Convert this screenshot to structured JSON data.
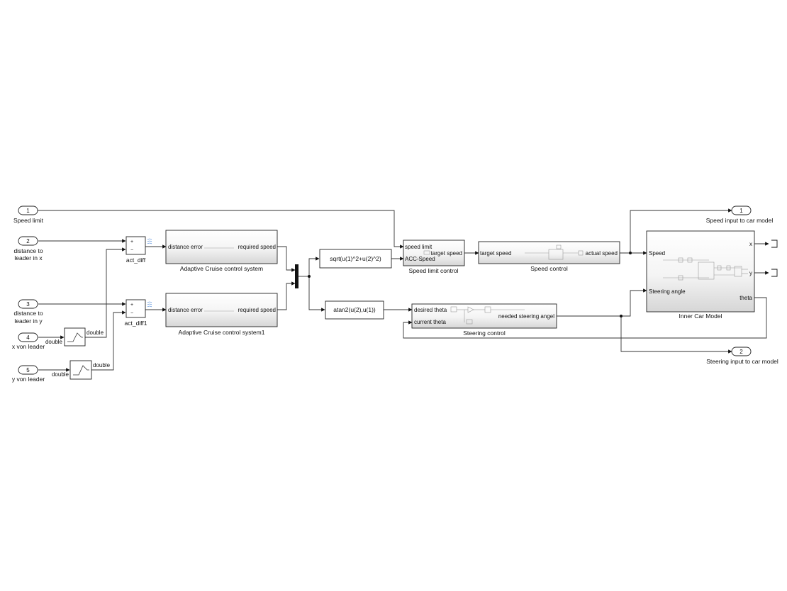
{
  "inports": [
    {
      "num": "1",
      "label_lines": [
        "Speed limit"
      ]
    },
    {
      "num": "2",
      "label_lines": [
        "distance to",
        "leader in x"
      ]
    },
    {
      "num": "3",
      "label_lines": [
        "distance to",
        "leader in y"
      ]
    },
    {
      "num": "4",
      "label_lines": [
        "x von leader"
      ]
    },
    {
      "num": "5",
      "label_lines": [
        "y von leader"
      ]
    }
  ],
  "outports": [
    {
      "num": "1",
      "label": "Speed input to car model"
    },
    {
      "num": "2",
      "label": "Steering input to car model"
    }
  ],
  "sums": [
    {
      "name": "act_diff",
      "signs": [
        "+",
        "−"
      ]
    },
    {
      "name": "act_diff1",
      "signs": [
        "+",
        "−"
      ]
    }
  ],
  "converters": [
    {
      "in_type": "double",
      "out_type": "double"
    },
    {
      "in_type": "double",
      "out_type": "double"
    }
  ],
  "acc_blocks": [
    {
      "name": "Adaptive Cruise control system",
      "in_port": "distance error",
      "out_port": "required speed"
    },
    {
      "name": "Adaptive Cruise control system1",
      "in_port": "distance error",
      "out_port": "required speed"
    }
  ],
  "fcn_blocks": [
    {
      "expr": "sqrt(u(1)^2+u(2)^2)"
    },
    {
      "expr": "atan2(u(2),u(1))"
    }
  ],
  "speed_limit": {
    "name": "Speed limit control",
    "in1": "speed limit",
    "in2": "ACC-Speed",
    "out": "target speed"
  },
  "speed_control": {
    "name": "Speed control",
    "in": "target speed",
    "out": "actual speed"
  },
  "steering_control": {
    "name": "Steering control",
    "in1": "desired theta",
    "in2": "current theta",
    "out": "needed steering angel"
  },
  "car_model": {
    "name": "Inner Car Model",
    "in1": "Speed",
    "in2": "Steering angle",
    "out_x": "x",
    "out_y": "y",
    "out_theta": "theta"
  }
}
